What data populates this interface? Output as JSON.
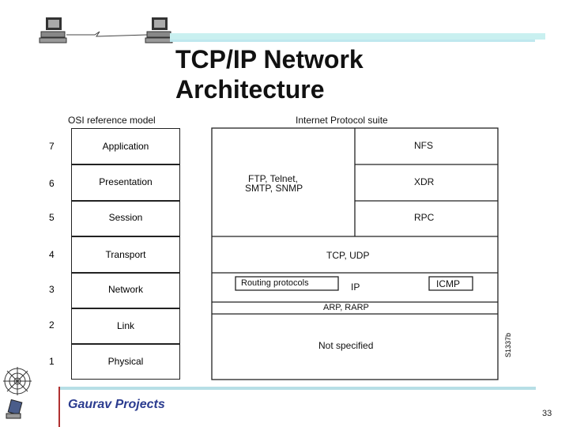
{
  "title": {
    "line1": "TCP/IP Network",
    "line2": "Architecture"
  },
  "osi": {
    "header": "OSI reference model",
    "layers": [
      {
        "num": "7",
        "name": "Application"
      },
      {
        "num": "6",
        "name": "Presentation"
      },
      {
        "num": "5",
        "name": "Session"
      },
      {
        "num": "4",
        "name": "Transport"
      },
      {
        "num": "3",
        "name": "Network"
      },
      {
        "num": "2",
        "name": "Link"
      },
      {
        "num": "1",
        "name": "Physical"
      }
    ]
  },
  "suite": {
    "header": "Internet Protocol suite",
    "ftp": "FTP, Telnet,",
    "ftp2": "SMTP, SNMP",
    "nfs": "NFS",
    "xdr": "XDR",
    "rpc": "RPC",
    "tcp": "TCP, UDP",
    "routing": "Routing protocols",
    "ip": "IP",
    "icmp": "ICMP",
    "arp": "ARP, RARP",
    "notspec": "Not specified"
  },
  "figure_code": "S1337b",
  "footer": {
    "text": "Gaurav Projects",
    "page": "33"
  },
  "colors": {
    "accent_line": "#c9f0f0",
    "footer_line": "#b7dfe6",
    "footer_text": "#2a3b8f",
    "vertical_bar": "#b03030"
  }
}
